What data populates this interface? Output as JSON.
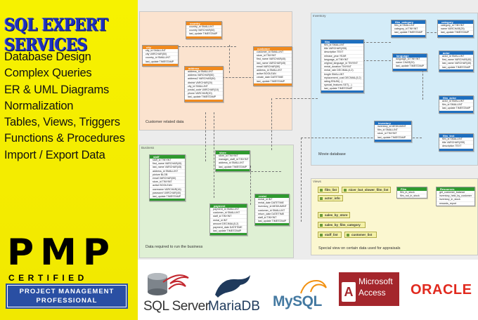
{
  "left": {
    "title": "SQL EXPERT SERVICES",
    "services": [
      "Database Design",
      "Complex Queries",
      "ER & UML Diagrams",
      "Normalization",
      "Tables, Views, Triggers",
      "Functions & Procedures",
      "Import / Export Data"
    ],
    "badge": {
      "letters": "PMP",
      "certified": "CERTIFIED",
      "line1": "PROJECT MANAGEMENT",
      "line2": "PROFESSIONAL"
    }
  },
  "diagram": {
    "regions": {
      "customer_label": "Customer related data",
      "business_tag": "Business",
      "business_label": "Data required to run the business",
      "inventory_tag": "Inventory",
      "movie_label": "Movie database",
      "views_tag": "Views",
      "views_label": "Special view on certain data used for appraisals"
    },
    "tables": {
      "country": {
        "name": "country",
        "rows": [
          "country_id SMALLINT",
          "country VARCHAR(50)",
          "last_update TIMESTAMP"
        ]
      },
      "city": {
        "name": "city",
        "rows": [
          "city_id SMALLINT",
          "city VARCHAR(50)",
          "country_id SMALLINT",
          "last_update TIMESTAMP"
        ]
      },
      "address": {
        "name": "address",
        "rows": [
          "address_id SMALLINT",
          "address VARCHAR(50)",
          "address2 VARCHAR(50)",
          "district VARCHAR(20)",
          "city_id SMALLINT",
          "postal_code VARCHAR(10)",
          "phone VARCHAR(20)",
          "last_update TIMESTAMP"
        ]
      },
      "customer": {
        "name": "customer",
        "rows": [
          "customer_id SMALLINT",
          "store_id TINYINT",
          "first_name VARCHAR(45)",
          "last_name VARCHAR(45)",
          "email VARCHAR(50)",
          "address_id SMALLINT",
          "active BOOLEAN",
          "create_date DATETIME",
          "last_update TIMESTAMP"
        ]
      },
      "staff": {
        "name": "staff",
        "rows": [
          "staff_id TINYINT",
          "first_name VARCHAR(45)",
          "last_name VARCHAR(45)",
          "address_id SMALLINT",
          "picture BLOB",
          "email VARCHAR(50)",
          "store_id TINYINT",
          "active BOOLEAN",
          "username VARCHAR(16)",
          "password VARCHAR(40)",
          "last_update TIMESTAMP"
        ]
      },
      "store": {
        "name": "store",
        "rows": [
          "store_id TINYINT",
          "manager_staff_id TINYINT",
          "address_id SMALLINT",
          "last_update TIMESTAMP"
        ]
      },
      "payment": {
        "name": "payment",
        "rows": [
          "payment_id SMALLINT",
          "customer_id SMALLINT",
          "staff_id TINYINT",
          "rental_id INT",
          "amount DECIMAL(5,2)",
          "payment_date DATETIME",
          "last_update TIMESTAMP"
        ]
      },
      "rental": {
        "name": "rental",
        "rows": [
          "rental_id INT",
          "rental_date DATETIME",
          "inventory_id MEDIUMINT",
          "customer_id SMALLINT",
          "return_date DATETIME",
          "staff_id TINYINT",
          "last_update TIMESTAMP"
        ]
      },
      "film": {
        "name": "film",
        "rows": [
          "film_id SMALLINT",
          "title VARCHAR(255)",
          "description TEXT",
          "release_year YEAR",
          "language_id TINYINT",
          "original_language_id TINYINT",
          "rental_duration TINYINT",
          "rental_rate DECIMAL(4,2)",
          "length SMALLINT",
          "replacement_cost DECIMAL(5,2)",
          "rating ENUM(...)",
          "special_features SET(...)",
          "last_update TIMESTAMP"
        ]
      },
      "film_category": {
        "name": "film_category",
        "rows": [
          "film_id SMALLINT",
          "category_id TINYINT",
          "last_update TIMESTAMP"
        ]
      },
      "category": {
        "name": "category",
        "rows": [
          "category_id TINYINT",
          "name VARCHAR(25)",
          "last_update TIMESTAMP"
        ]
      },
      "language": {
        "name": "language",
        "rows": [
          "language_id TINYINT",
          "name CHAR(20)",
          "last_update TIMESTAMP"
        ]
      },
      "actor": {
        "name": "actor",
        "rows": [
          "actor_id SMALLINT",
          "first_name VARCHAR(45)",
          "last_name VARCHAR(45)",
          "last_update TIMESTAMP"
        ]
      },
      "film_actor": {
        "name": "film_actor",
        "rows": [
          "actor_id SMALLINT",
          "film_id SMALLINT",
          "last_update TIMESTAMP"
        ]
      },
      "inventory": {
        "name": "inventory",
        "rows": [
          "inventory_id MEDIUMINT",
          "film_id SMALLINT",
          "store_id TINYINT",
          "last_update TIMESTAMP"
        ]
      },
      "film_text": {
        "name": "film_text",
        "rows": [
          "film_id SMALLINT",
          "title VARCHAR(255)",
          "description TEXT"
        ]
      }
    },
    "views": [
      "film_list",
      "nicer_but_slower_film_list",
      "actor_info",
      "sales_by_store",
      "sales_by_film_category",
      "staff_list",
      "customer_list"
    ],
    "view_film": {
      "name": "Film",
      "rows": [
        "film_in_stock",
        "film_not_in_stock"
      ]
    },
    "view_resources": {
      "name": "Resources",
      "rows": [
        "get_customer_balance",
        "inventory_held_by_customer",
        "inventory_in_stock",
        "rewards_report"
      ]
    }
  },
  "logos": {
    "sql_server": "SQL Server",
    "mariadb": "MariaDB",
    "mysql": "MySQL",
    "access_1": "Microsoft",
    "access_2": "Access",
    "oracle": "ORACLE"
  }
}
